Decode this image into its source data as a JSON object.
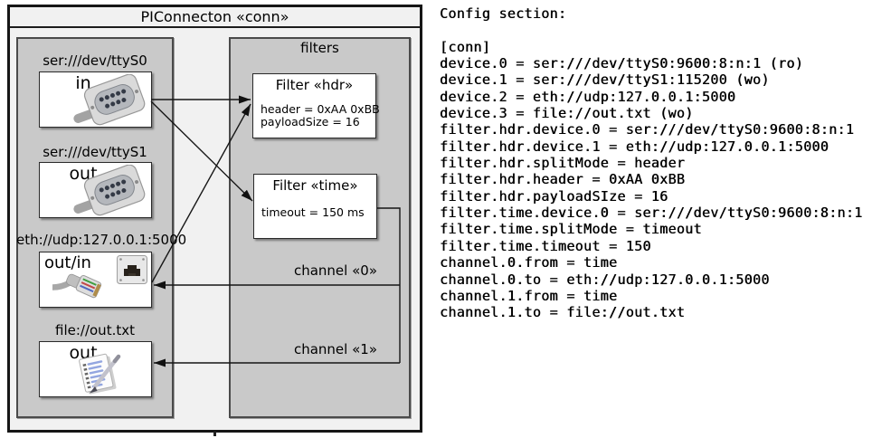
{
  "diagram": {
    "title": "PIConnecton «conn»",
    "left_panel": {
      "devices": [
        {
          "label": "ser:///dev/ttyS0",
          "direction": "in",
          "icon": "serial-connector-icon"
        },
        {
          "label": "ser:///dev/ttyS1",
          "direction": "out",
          "icon": "serial-connector-icon"
        },
        {
          "label": "eth://udp:127.0.0.1:5000",
          "direction": "out/in",
          "icon": "ethernet-connector-icon"
        },
        {
          "label": "file://out.txt",
          "direction": "out",
          "icon": "notepad-icon"
        }
      ]
    },
    "filters_panel": {
      "title": "filters",
      "filters": [
        {
          "title": "Filter «hdr»",
          "attributes": [
            "header = 0xAA 0xBB",
            "payloadSize = 16"
          ]
        },
        {
          "title": "Filter «time»",
          "attributes": [
            "timeout = 150 ms"
          ]
        }
      ],
      "channels": [
        {
          "label": "channel «0»"
        },
        {
          "label": "channel «1»"
        }
      ]
    },
    "connections": [
      {
        "from": "ser:///dev/ttyS0 (in)",
        "to": "Filter «hdr»"
      },
      {
        "from": "ser:///dev/ttyS0 (in)",
        "to": "Filter «time»"
      },
      {
        "from": "eth://udp:127.0.0.1:5000 (out/in)",
        "to": "Filter «hdr»"
      },
      {
        "from": "Filter «time»",
        "to": "eth://udp:127.0.0.1:5000",
        "label": "channel «0»"
      },
      {
        "from": "Filter «time»",
        "to": "file://out.txt",
        "label": "channel «1»"
      }
    ]
  },
  "config": {
    "heading": "Config section:",
    "lines": [
      "[conn]",
      "device.0 = ser:///dev/ttyS0:9600:8:n:1 (ro)",
      "device.1 = ser:///dev/ttyS1:115200 (wo)",
      "device.2 = eth://udp:127.0.0.1:5000",
      "device.3 = file://out.txt (wo)",
      "filter.hdr.device.0 = ser:///dev/ttyS0:9600:8:n:1",
      "filter.hdr.device.1 = eth://udp:127.0.0.1:5000",
      "filter.hdr.splitMode = header",
      "filter.hdr.header = 0xAA 0xBB",
      "filter.hdr.payloadSIze = 16",
      "filter.time.device.0 = ser:///dev/ttyS0:9600:8:n:1",
      "filter.time.splitMode = timeout",
      "filter.time.timeout = 150",
      "channel.0.from = time",
      "channel.0.to = eth://udp:127.0.0.1:5000",
      "channel.1.from = time",
      "channel.1.to = file://out.txt"
    ]
  },
  "colors": {
    "outer_fill": "#f1f1f1",
    "panel_fill": "#c9c9c9",
    "box_fill": "#ffffff",
    "line": "#161616"
  }
}
